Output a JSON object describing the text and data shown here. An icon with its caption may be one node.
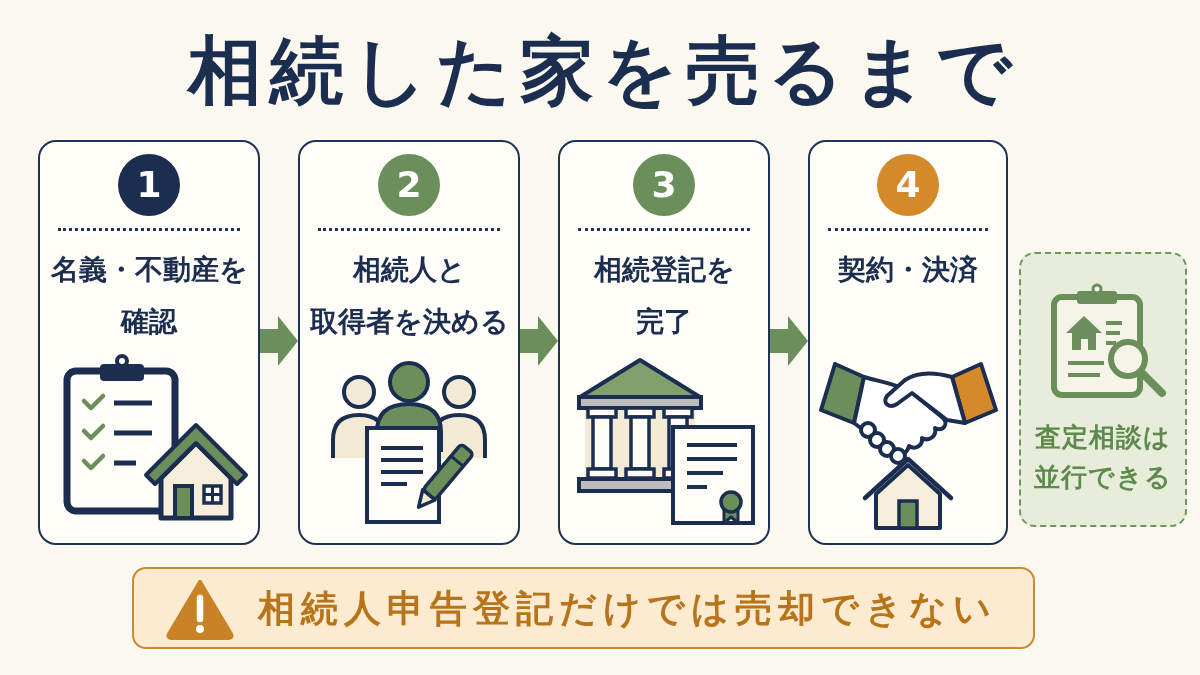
{
  "diagram": {
    "title": "相続した家を売るまで",
    "nodes": [
      {
        "text": [
          "名義・不動産を確認"
        ]
      },
      {
        "text": [
          "1"
        ],
        "in": 0
      },
      {
        "text": [
          "相続人と取得者を決める"
        ]
      },
      {
        "text": [
          "2"
        ],
        "in": 2
      },
      {
        "text": [
          "相続登記を完了"
        ]
      },
      {
        "text": [
          "3"
        ],
        "in": 4
      },
      {
        "text": [
          "契約・決済"
        ]
      },
      {
        "text": [
          "4"
        ],
        "in": 6
      },
      {
        "text": [
          "査定相談は並行できる"
        ]
      },
      {
        "text": [
          "相続人申告登記だけでは売却できない"
        ]
      }
    ],
    "edges": [
      {
        "from": 0,
        "to": 2,
        "arrow": "to"
      },
      {
        "from": 2,
        "to": 4,
        "arrow": "to"
      },
      {
        "from": 4,
        "to": 6,
        "arrow": "to"
      }
    ]
  }
}
